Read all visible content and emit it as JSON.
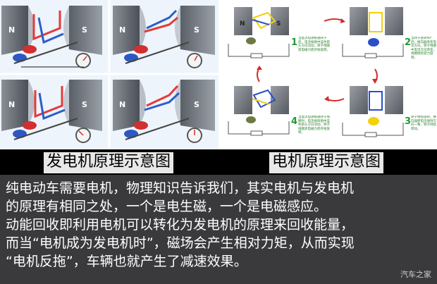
{
  "left_panel": {
    "pole_north": "N",
    "pole_south": "S"
  },
  "right_panel": {
    "pole_north": "N",
    "pole_south": "S",
    "steps": [
      {
        "number": "1",
        "text": "当直流电源接通转子后，电流按图中蓝色箭头方向流动，转子线圈受电磁力而开始旋转。"
      },
      {
        "number": "2",
        "text": "当转子旋转90°后，换向器改变电流方向，转子线圈中电流方向改变，线圈继续受力旋转。"
      },
      {
        "number": "3",
        "text": "转子继续旋转，换向器使电流保持方向一致，转子持续转动。"
      },
      {
        "number": "4",
        "text": "当直流电源接通转子线圈时，电流按照图中蓝色箭头方向流动，转子线圈受电磁力而开始旋转。"
      }
    ]
  },
  "captions": {
    "left": "发电机原理示意图",
    "right": "电机原理示意图"
  },
  "body_text": [
    "纯电动车需要电机，物理知识告诉我们，其实电机与发电机",
    "的原理有相同之处，一个是电生磁，一个是电磁感应。",
    "动能回收即利用电机可以转化为发电机的原理来回收能量，",
    "而当“电机成为发电机时”，磁场会产生相对力矩，从而实现",
    "“电机反拖”，车辆也就产生了减速效果。"
  ],
  "watermark": "汽车之家"
}
